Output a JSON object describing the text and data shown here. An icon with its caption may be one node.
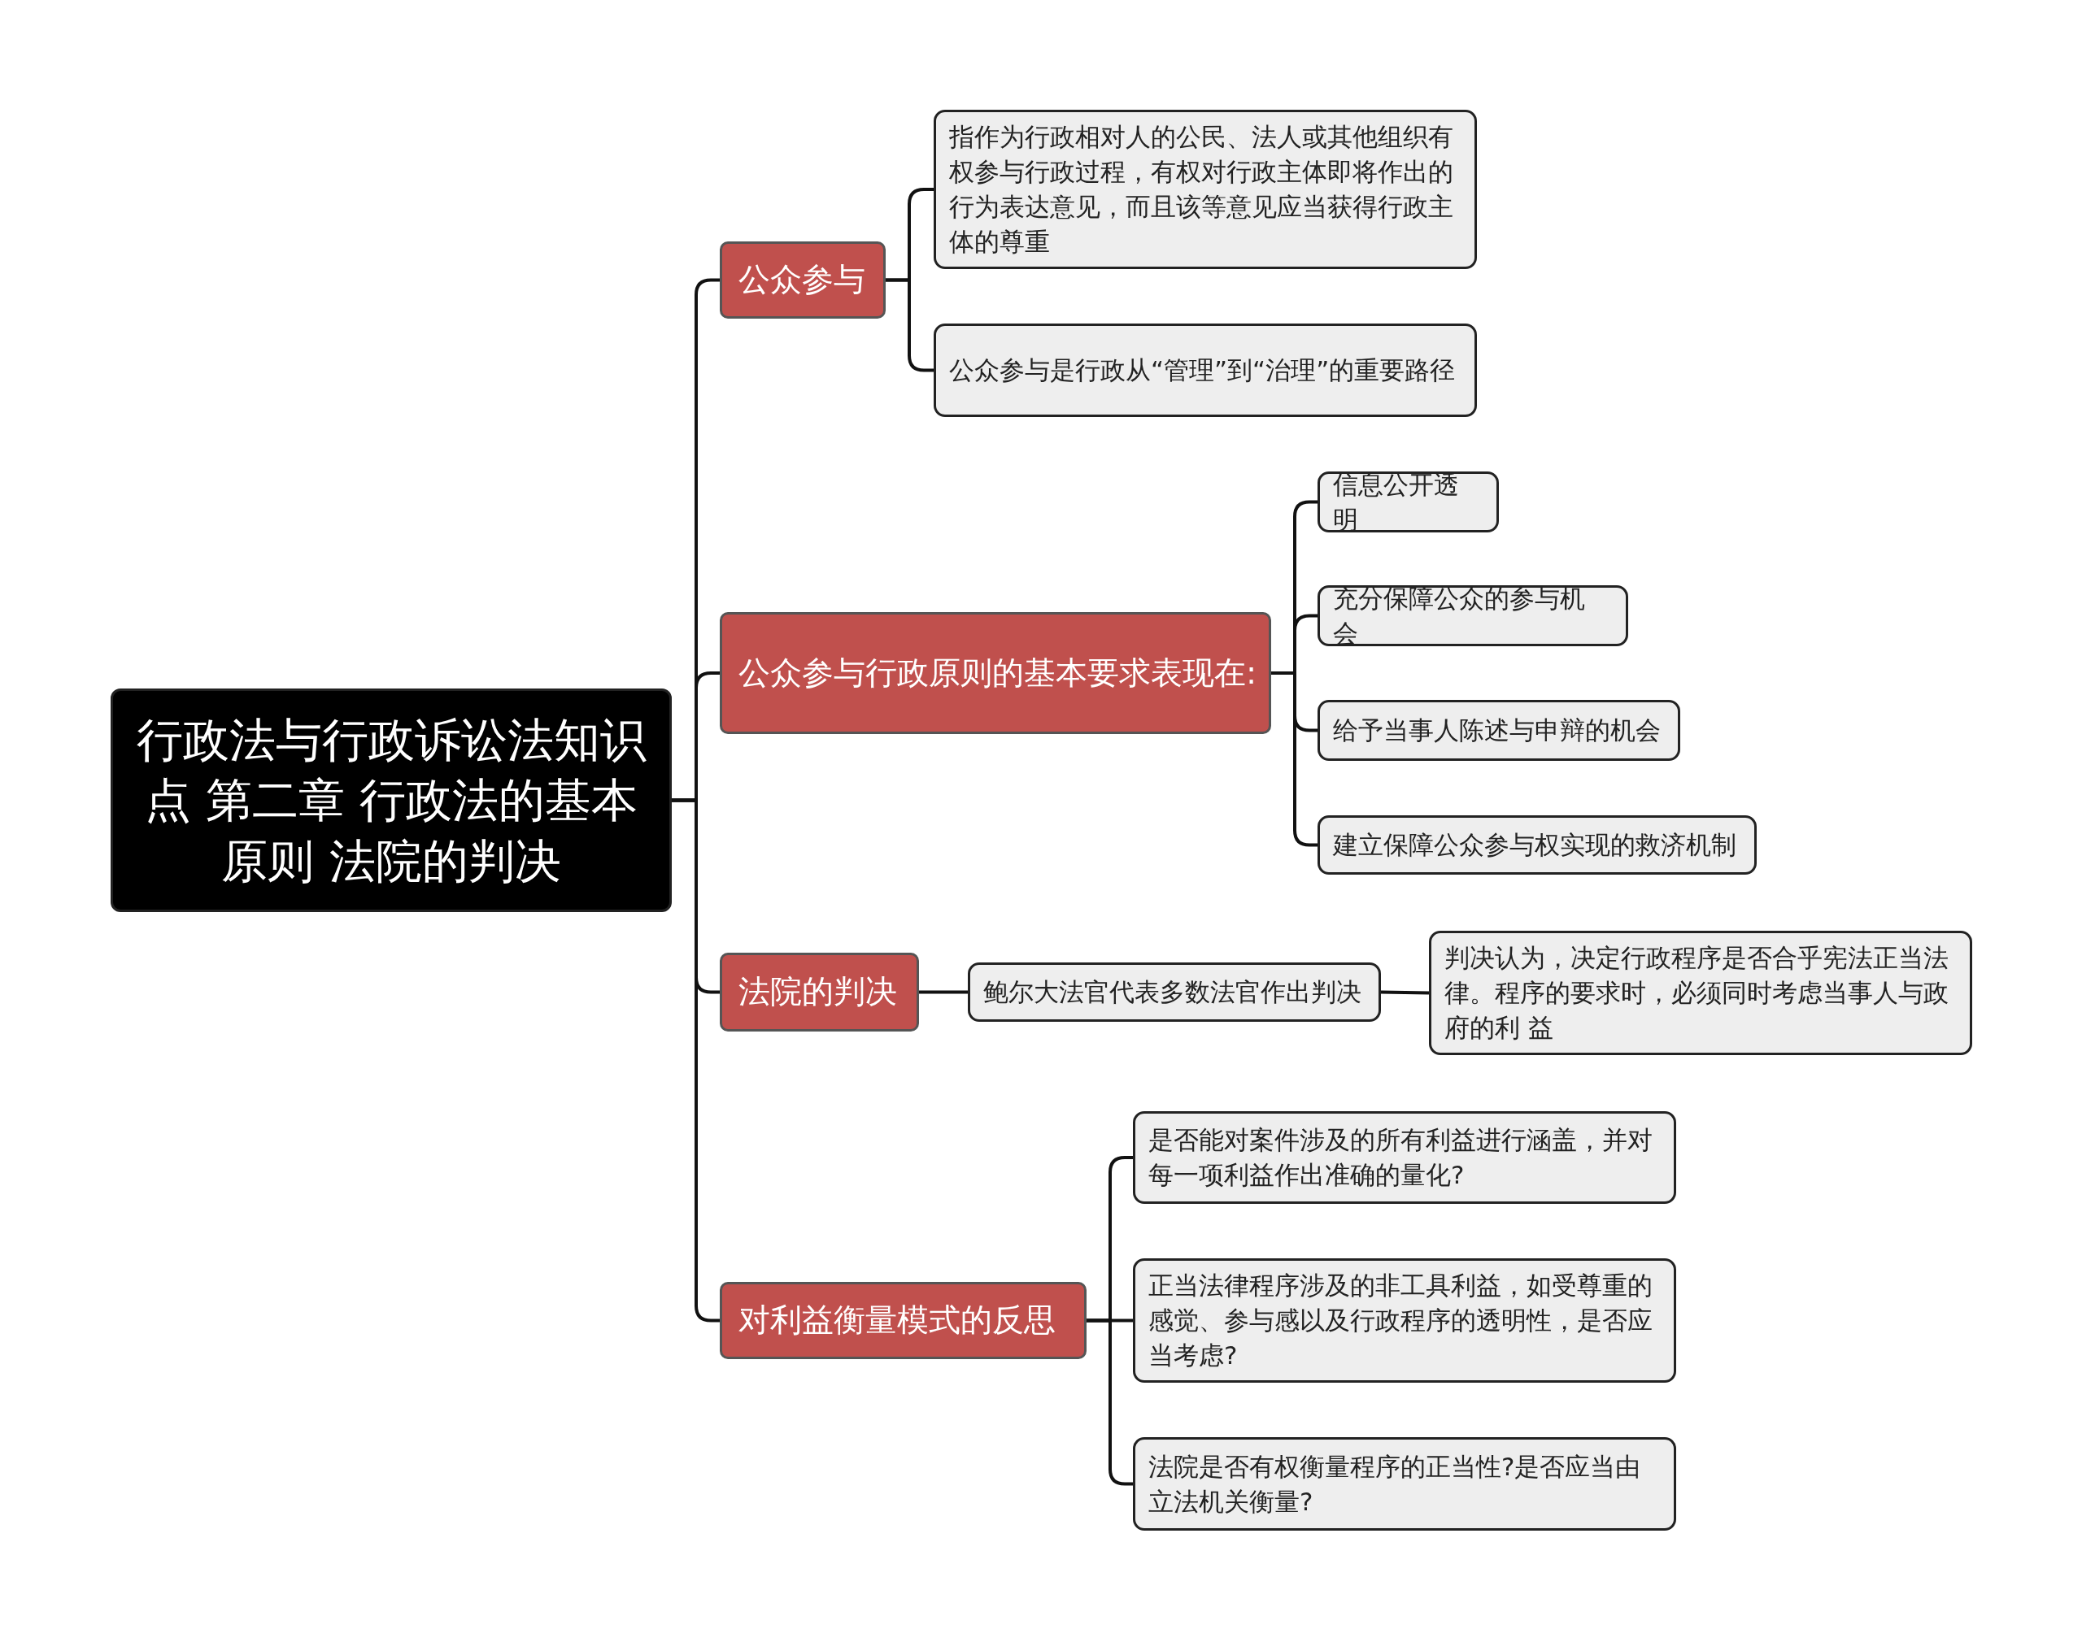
{
  "diagram": {
    "nodes": [
      {
        "text": [
          "行政法与行政诉讼法知识点 第二章 行政法的基本原则 法院的判决"
        ]
      },
      {
        "text": [
          "公众参与"
        ]
      },
      {
        "text": [
          "指作为行政相对人的公民、法人或其他组织有权参与行政过程，有权对行政主体即将作出的行为表达意见，而且该等意见应当获得行政主体的尊重"
        ]
      },
      {
        "text": [
          "公众参与是行政从“管理”到“治理”的重要路径"
        ]
      },
      {
        "text": [
          "公众参与行政原则的基本要求表现在:"
        ]
      },
      {
        "text": [
          "信息公开透明"
        ]
      },
      {
        "text": [
          "充分保障公众的参与机会"
        ]
      },
      {
        "text": [
          "给予当事人陈述与申辩的机会"
        ]
      },
      {
        "text": [
          "建立保障公众参与权实现的救济机制"
        ]
      },
      {
        "text": [
          "法院的判决"
        ]
      },
      {
        "text": [
          "鲍尔大法官代表多数法官作出判决"
        ]
      },
      {
        "text": [
          "判决认为，决定行政程序是否合乎宪法正当法律。程序的要求时，必须同时考虑当事人与政府的利 益"
        ]
      },
      {
        "text": [
          "对利益衡量模式的反思"
        ]
      },
      {
        "text": [
          "是否能对案件涉及的所有利益进行涵盖，并对每一项利益作出准确的量化?"
        ]
      },
      {
        "text": [
          "正当法律程序涉及的非工具利益，如受尊重的感觉、参与感以及行政程序的透明性，是否应当考虑?"
        ]
      },
      {
        "text": [
          "法院是否有权衡量程序的正当性?是否应当由立法机关衡量?"
        ]
      }
    ],
    "edges": [
      {
        "from": 0,
        "to": 1,
        "arrow": "none"
      },
      {
        "from": 1,
        "to": 2,
        "arrow": "none"
      },
      {
        "from": 1,
        "to": 3,
        "arrow": "none"
      },
      {
        "from": 0,
        "to": 4,
        "arrow": "none"
      },
      {
        "from": 4,
        "to": 5,
        "arrow": "none"
      },
      {
        "from": 4,
        "to": 6,
        "arrow": "none"
      },
      {
        "from": 4,
        "to": 7,
        "arrow": "none"
      },
      {
        "from": 4,
        "to": 8,
        "arrow": "none"
      },
      {
        "from": 0,
        "to": 9,
        "arrow": "none"
      },
      {
        "from": 9,
        "to": 10,
        "arrow": "none"
      },
      {
        "from": 10,
        "to": 11,
        "arrow": "none"
      },
      {
        "from": 0,
        "to": 12,
        "arrow": "none"
      },
      {
        "from": 12,
        "to": 13,
        "arrow": "none"
      },
      {
        "from": 12,
        "to": 14,
        "arrow": "none"
      },
      {
        "from": 12,
        "to": 15,
        "arrow": "none"
      }
    ]
  }
}
